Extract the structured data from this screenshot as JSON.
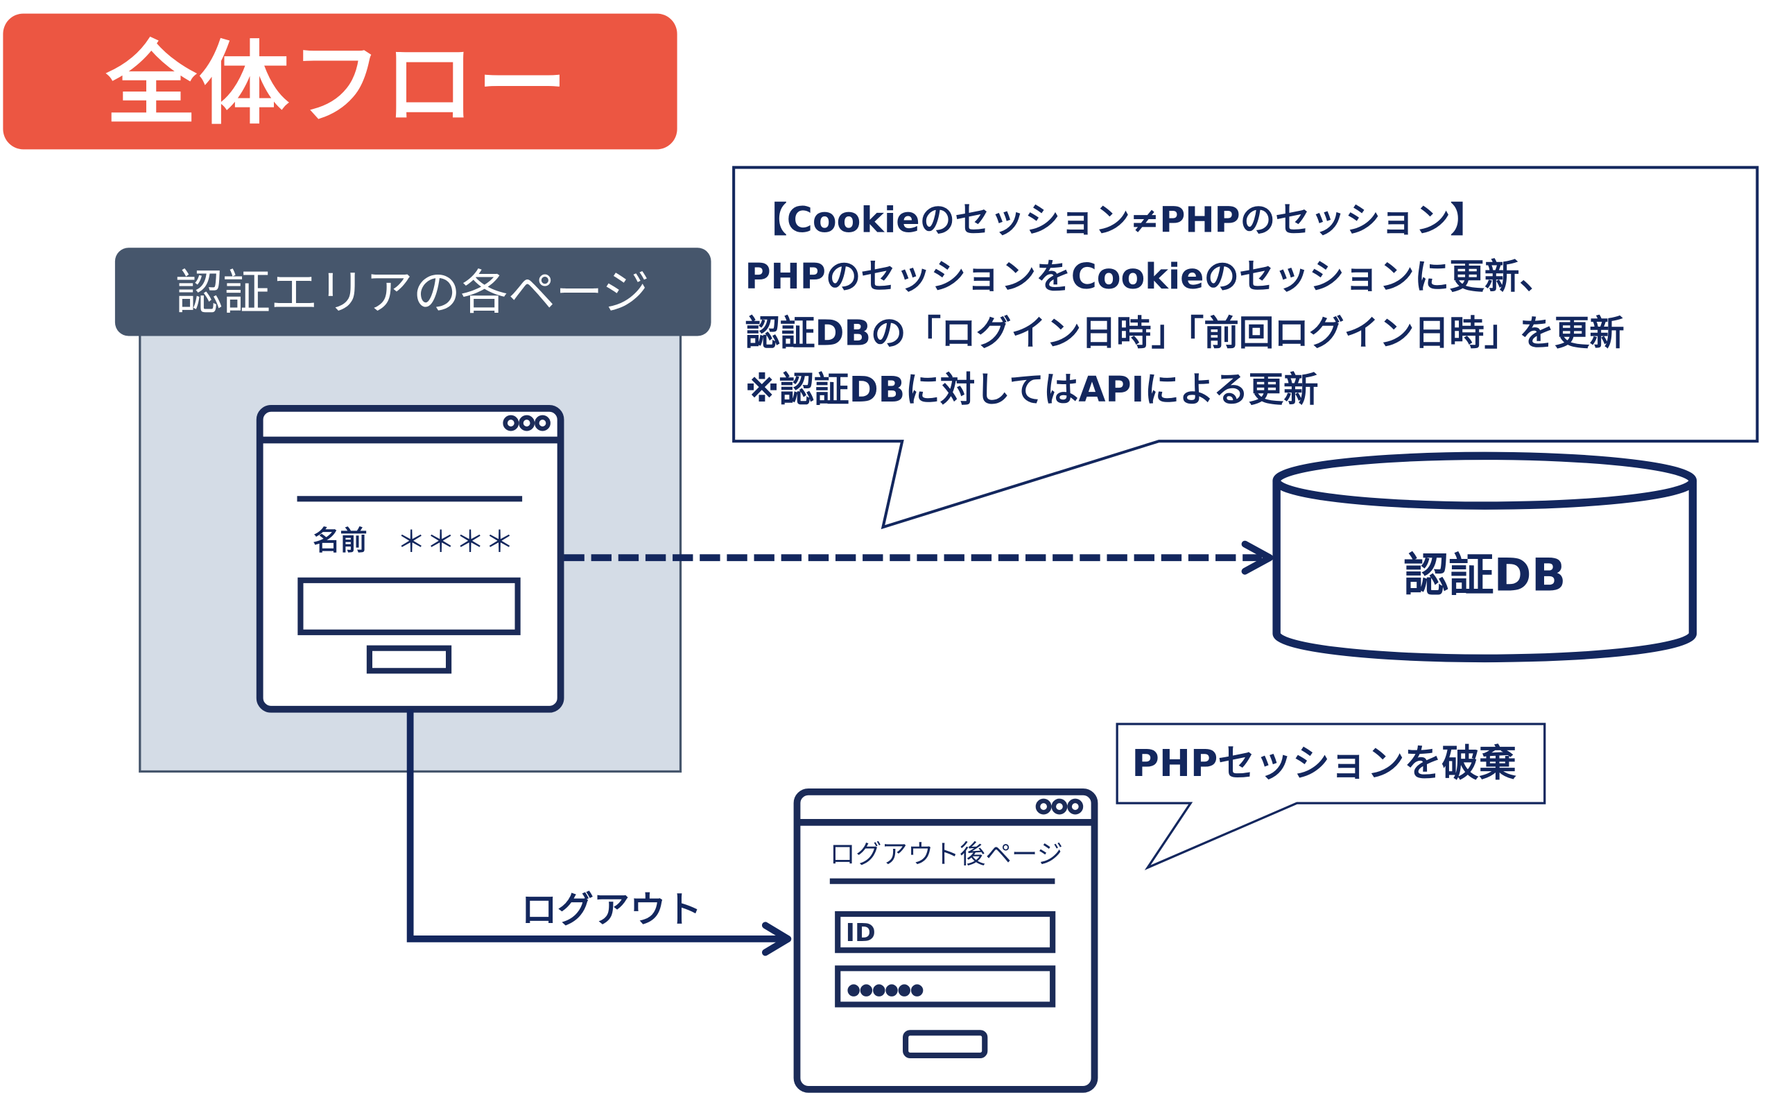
{
  "title": "全体フロー",
  "colors": {
    "title_bg": "#EC5642",
    "navy": "#13275E",
    "area_header": "#46566C",
    "area_bg": "#D4DCE6",
    "white": "#FFFFFF"
  },
  "auth_area": {
    "header": "認証エリアの各ページ",
    "window": {
      "controls_icon": "window-controls-icon",
      "label": "名前",
      "masked_value": "＊＊＊＊"
    }
  },
  "callout_top": {
    "lines": [
      "【Cookieのセッション≠PHPのセッション】",
      "PHPのセッションをCookieのセッションに更新、",
      "認証DBの「ログイン日時」「前回ログイン日時」を更新",
      "※認証DBに対してはAPIによる更新"
    ]
  },
  "database": {
    "label": "認証DB",
    "icon": "database-cylinder-icon"
  },
  "logout_arrow": {
    "label": "ログアウト"
  },
  "logout_page": {
    "title": "ログアウト後ページ",
    "id_field": "ID",
    "password_field": "●●●●●●"
  },
  "callout_bottom": {
    "text": "PHPセッションを破棄"
  }
}
